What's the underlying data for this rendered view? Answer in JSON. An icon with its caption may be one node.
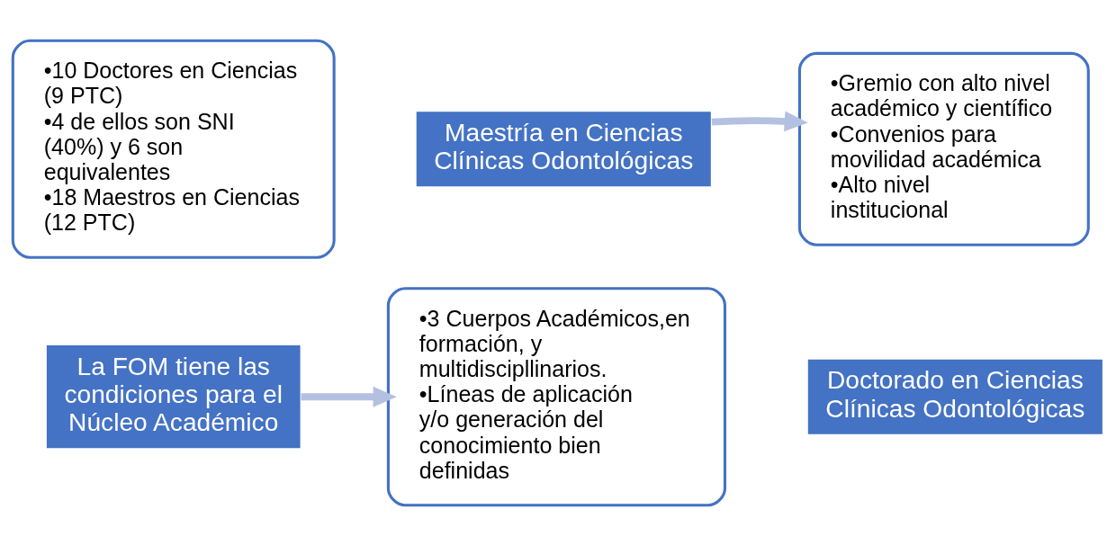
{
  "diagram": {
    "nodes": [
      {
        "text": [
          "•10 Doctores en Ciencias (9 PTC)",
          "•4 de ellos son SNI (40%) y 6 son equivalentes",
          "•18 Maestros en Ciencias (12 PTC)"
        ]
      },
      {
        "text": [
          "La FOM tiene las condiciones para el Núcleo Académico"
        ]
      },
      {
        "text": [
          "•3 Cuerpos Académicos,en formación, y multidiscipllinarios.",
          "•Líneas de aplicación y/o generación del conocimiento bien definidas"
        ]
      },
      {
        "text": [
          "Maestría en Ciencias Clínicas Odontológicas"
        ]
      },
      {
        "text": [
          "•Gremio con alto nivel académico y científico",
          "•Convenios para movilidad académica",
          "•Alto nivel institucional"
        ]
      },
      {
        "text": [
          "Doctorado en Ciencias Clínicas Odontológicas"
        ]
      }
    ],
    "edges": [
      {
        "from": 1,
        "to": 2,
        "arrow": "to"
      },
      {
        "from": 3,
        "to": 4,
        "arrow": "to"
      }
    ]
  }
}
